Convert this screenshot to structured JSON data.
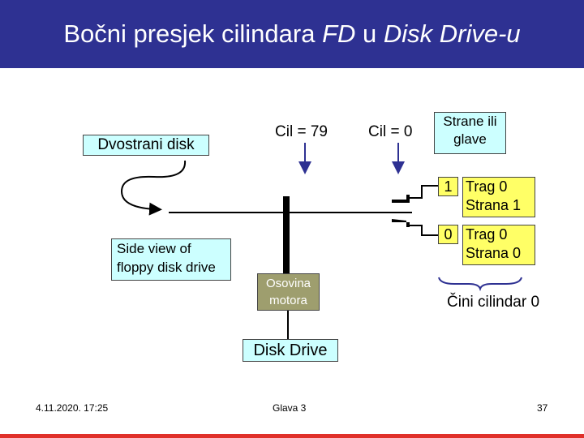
{
  "title": {
    "part1": "Bočni presjek cilindara ",
    "part2": "FD",
    "part3": " u ",
    "part4": "Disk Drive-u"
  },
  "labels": {
    "dvostrani_disk": "Dvostrani disk",
    "cil_79": "Cil = 79",
    "cil_0": "Cil = 0",
    "strane_ili_glave_line1": "Strane ili",
    "strane_ili_glave_line2": "glave",
    "side_view_line1": "Side view of",
    "side_view_line2": "floppy disk drive",
    "osovina_line1": "Osovina",
    "osovina_line2": "motora",
    "head_1": "1",
    "head_0": "0",
    "trag0_strana1_line1": "Trag 0",
    "trag0_strana1_line2": "Strana  1",
    "trag0_strana0_line1": "Trag 0",
    "trag0_strana0_line2": "Strana 0",
    "cini_cilindar": "Čini cilindar 0",
    "disk_drive": "Disk Drive"
  },
  "footer": {
    "date": "4.11.2020. 17:25",
    "chapter": "Glava 3",
    "page": "37"
  },
  "colors": {
    "header": "#2e3192",
    "yellow_box": "#ffff66",
    "blue_box": "#ccffff",
    "motor_box": "#9e9e6e",
    "arrow": "#2e3192",
    "footer_line": "#e0302a"
  }
}
